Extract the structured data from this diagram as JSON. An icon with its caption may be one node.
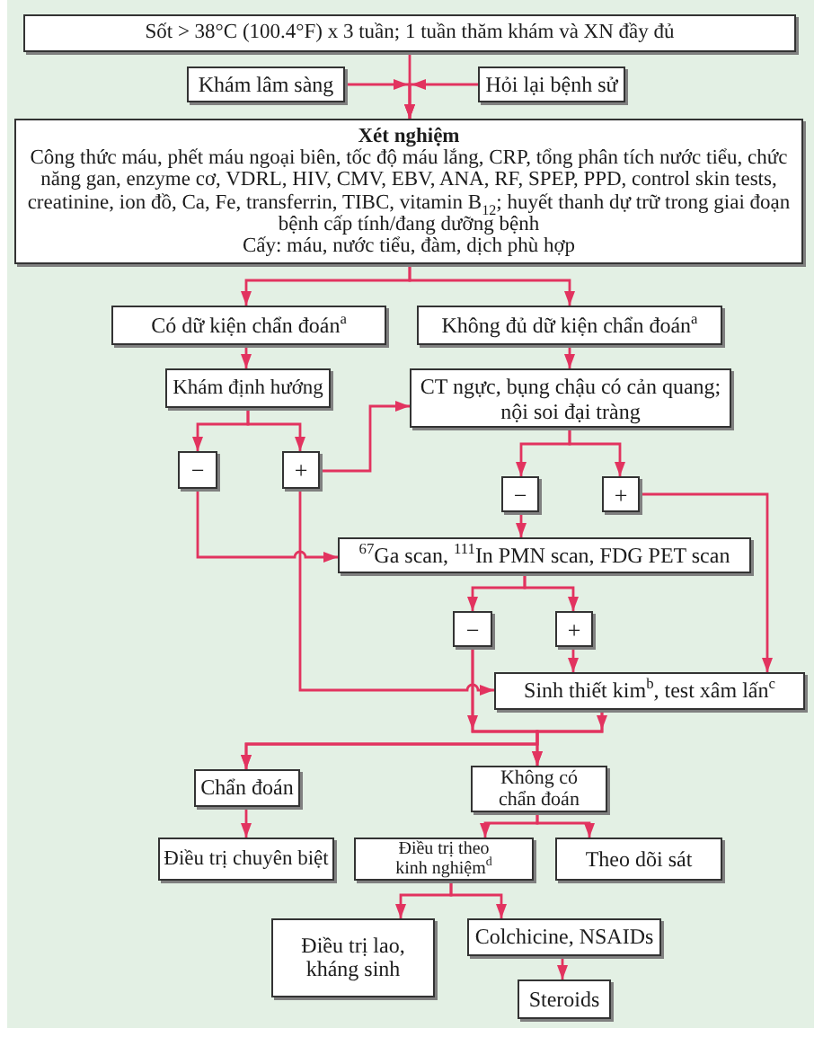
{
  "diagram": {
    "nodes": [
      {
        "text": [
          "Sốt > 38°C (100.4°F) x 3 tuần; 1 tuần thăm khám và XN đầy đủ"
        ]
      },
      {
        "text": [
          "Khám lâm sàng"
        ]
      },
      {
        "text": [
          "Hỏi lại bệnh sử"
        ]
      },
      {
        "text": [
          "Xét nghiệm",
          "Công thức máu, phết máu ngoại biên, tốc độ máu lắng, CRP, tổng phân tích nước tiểu, chức năng gan, enzyme cơ, VDRL, HIV, CMV, EBV, ANA, RF, SPEP, PPD, control skin tests, creatinine, ion đồ, Ca, Fe, transferrin, TIBC, vitamin B$_{12}$; huyết thanh dự trữ trong giai đoạn bệnh cấp tính/đang dưỡng bệnh",
          "Cấy: máu, nước tiểu, đàm, dịch phù hợp"
        ]
      },
      {
        "text": [
          "Có dữ kiện chẩn đoán$^{a}$"
        ]
      },
      {
        "text": [
          "Không đủ dữ kiện chẩn đoán$^{a}$"
        ]
      },
      {
        "text": [
          "Khám định hướng"
        ]
      },
      {
        "text": [
          "CT ngực, bụng chậu có cản quang; nội soi đại tràng"
        ]
      },
      {
        "text": [
          "−"
        ]
      },
      {
        "text": [
          "+"
        ]
      },
      {
        "text": [
          "−"
        ]
      },
      {
        "text": [
          "+"
        ]
      },
      {
        "text": [
          "$^{67}$Ga scan, $^{111}$In PMN scan, FDG PET scan"
        ]
      },
      {
        "text": [
          "−"
        ]
      },
      {
        "text": [
          "+"
        ]
      },
      {
        "text": [
          "Sinh thiết kim$^{b}$, test xâm lấn$^{c}$"
        ]
      },
      {
        "text": [
          "Chẩn đoán"
        ]
      },
      {
        "text": [
          "Không có chẩn đoán"
        ]
      },
      {
        "text": [
          "Điều trị chuyên biệt"
        ]
      },
      {
        "text": [
          "Điều trị theo kinh nghiệm$^{d}$"
        ]
      },
      {
        "text": [
          "Theo dõi sát"
        ]
      },
      {
        "text": [
          "Điều trị lao, kháng sinh"
        ]
      },
      {
        "text": [
          "Colchicine, NSAIDs"
        ]
      },
      {
        "text": [
          "Steroids"
        ]
      }
    ],
    "edges": [
      {
        "from": 0,
        "to": 3,
        "arrow": "to"
      },
      {
        "from": 1,
        "to": 3,
        "arrow": "to"
      },
      {
        "from": 2,
        "to": 3,
        "arrow": "to"
      },
      {
        "from": 3,
        "to": 4,
        "arrow": "to"
      },
      {
        "from": 3,
        "to": 5,
        "arrow": "to"
      },
      {
        "from": 4,
        "to": 6,
        "arrow": "to"
      },
      {
        "from": 5,
        "to": 7,
        "arrow": "to"
      },
      {
        "from": 6,
        "to": 8,
        "arrow": "to"
      },
      {
        "from": 6,
        "to": 9,
        "arrow": "to"
      },
      {
        "from": 9,
        "to": 7,
        "arrow": "to"
      },
      {
        "from": 7,
        "to": 10,
        "arrow": "to"
      },
      {
        "from": 7,
        "to": 11,
        "arrow": "to"
      },
      {
        "from": 8,
        "to": 12,
        "arrow": "to"
      },
      {
        "from": 10,
        "to": 12,
        "arrow": "to"
      },
      {
        "from": 9,
        "to": 15,
        "arrow": "to"
      },
      {
        "from": 11,
        "to": 15,
        "arrow": "to"
      },
      {
        "from": 12,
        "to": 13,
        "arrow": "to"
      },
      {
        "from": 12,
        "to": 14,
        "arrow": "to"
      },
      {
        "from": 14,
        "to": 15,
        "arrow": "to"
      },
      {
        "from": 13,
        "to": 16,
        "arrow": "to"
      },
      {
        "from": 13,
        "to": 17,
        "arrow": "to"
      },
      {
        "from": 15,
        "to": 16,
        "arrow": "to"
      },
      {
        "from": 15,
        "to": 17,
        "arrow": "to"
      },
      {
        "from": 16,
        "to": 18,
        "arrow": "to"
      },
      {
        "from": 17,
        "to": 19,
        "arrow": "to"
      },
      {
        "from": 17,
        "to": 20,
        "arrow": "to"
      },
      {
        "from": 19,
        "to": 21,
        "arrow": "to"
      },
      {
        "from": 19,
        "to": 22,
        "arrow": "to"
      },
      {
        "from": 22,
        "to": 23,
        "arrow": "to"
      }
    ]
  }
}
